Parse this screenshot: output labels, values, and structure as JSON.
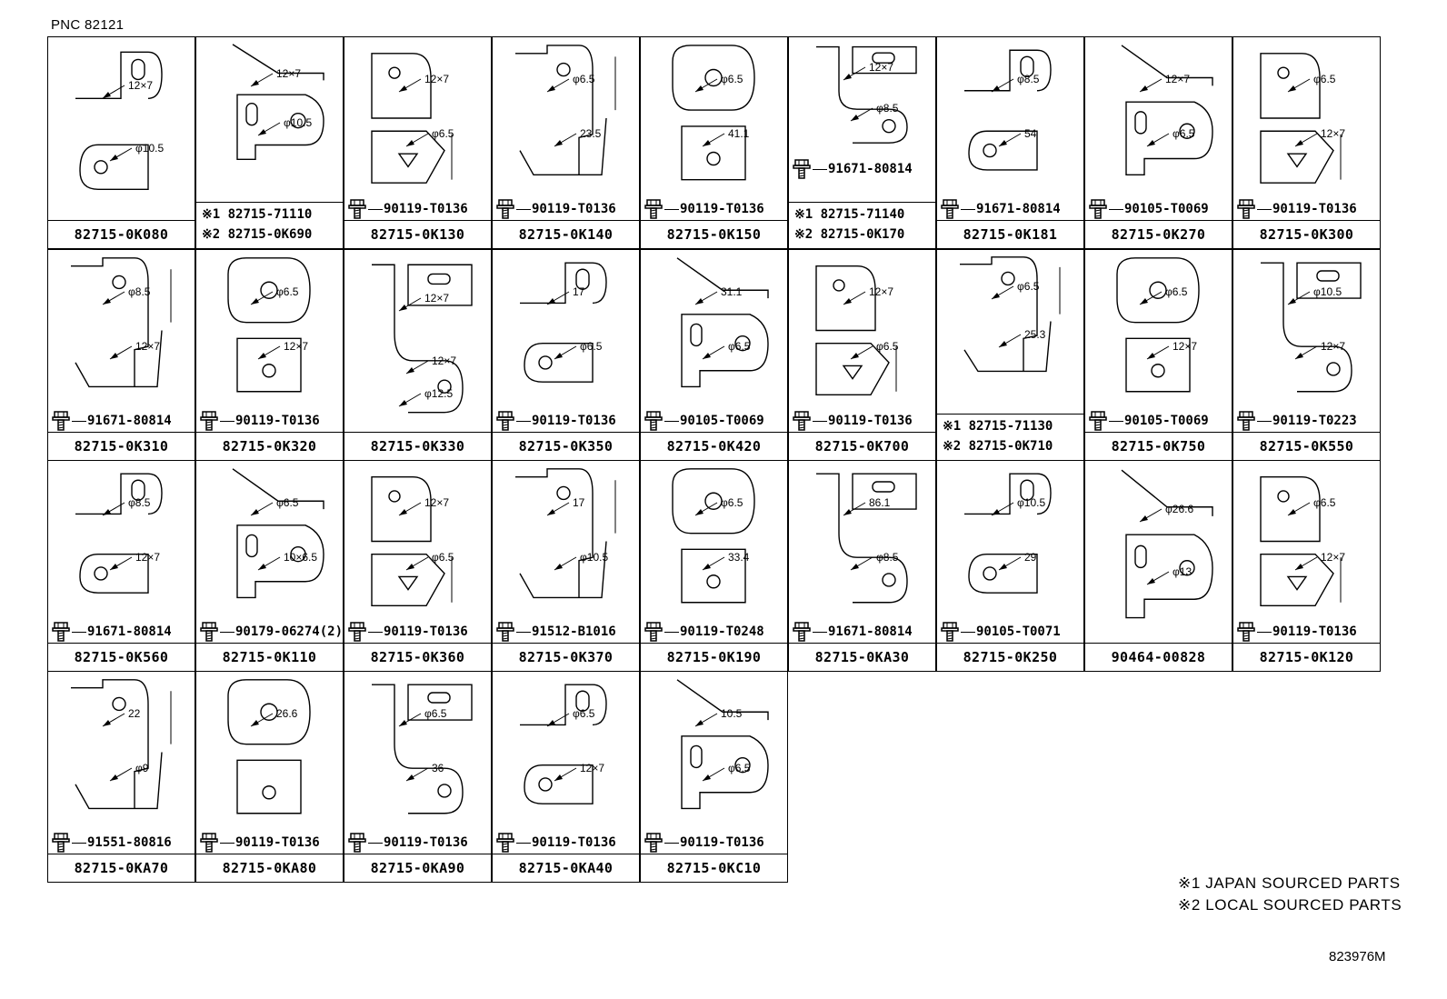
{
  "pnc": "PNC 82121",
  "drawing_id": "823976M",
  "legend": {
    "note1": "※1 JAPAN SOURCED PARTS",
    "note2": "※2 LOCAL SOURCED PARTS"
  },
  "cells": [
    {
      "part": "82715-0K080",
      "fastener": "",
      "notes": [],
      "dims": [
        "12×7",
        "φ10.5"
      ]
    },
    {
      "part": "",
      "fastener": "",
      "notes": [
        "※1 82715-71110",
        "※2 82715-0K690"
      ],
      "dims": [
        "12×7",
        "φ10.5"
      ]
    },
    {
      "part": "82715-0K130",
      "fastener": "90119-T0136",
      "notes": [],
      "dims": [
        "12×7",
        "φ6.5"
      ]
    },
    {
      "part": "82715-0K140",
      "fastener": "90119-T0136",
      "notes": [],
      "dims": [
        "φ6.5",
        "23.5"
      ]
    },
    {
      "part": "82715-0K150",
      "fastener": "90119-T0136",
      "notes": [],
      "dims": [
        "φ6.5",
        "41.1"
      ]
    },
    {
      "part": "",
      "fastener": "91671-80814",
      "notes": [
        "※1 82715-71140",
        "※2 82715-0K170"
      ],
      "dims": [
        "12×7",
        "φ8.5"
      ]
    },
    {
      "part": "82715-0K181",
      "fastener": "91671-80814",
      "notes": [],
      "dims": [
        "φ8.5",
        "54"
      ]
    },
    {
      "part": "82715-0K270",
      "fastener": "90105-T0069",
      "notes": [],
      "dims": [
        "12×7",
        "φ6.5"
      ]
    },
    {
      "part": "82715-0K300",
      "fastener": "90119-T0136",
      "notes": [],
      "dims": [
        "φ6.5",
        "12×7"
      ]
    },
    {
      "part": "82715-0K310",
      "fastener": "91671-80814",
      "notes": [],
      "dims": [
        "φ8.5",
        "12×7"
      ]
    },
    {
      "part": "82715-0K320",
      "fastener": "90119-T0136",
      "notes": [],
      "dims": [
        "φ6.5",
        "12×7"
      ]
    },
    {
      "part": "82715-0K330",
      "fastener": "",
      "notes": [],
      "dims": [
        "12×7",
        "12×7",
        "φ12.5"
      ]
    },
    {
      "part": "82715-0K350",
      "fastener": "90119-T0136",
      "notes": [],
      "dims": [
        "17",
        "φ6.5"
      ]
    },
    {
      "part": "82715-0K420",
      "fastener": "90105-T0069",
      "notes": [],
      "dims": [
        "31.1",
        "φ6.5"
      ]
    },
    {
      "part": "82715-0K700",
      "fastener": "90119-T0136",
      "notes": [],
      "dims": [
        "12×7",
        "φ6.5"
      ]
    },
    {
      "part": "",
      "fastener": "",
      "notes": [
        "※1 82715-71130",
        "※2 82715-0K710"
      ],
      "dims": [
        "φ6.5",
        "25.3"
      ]
    },
    {
      "part": "82715-0K750",
      "fastener": "90105-T0069",
      "notes": [],
      "dims": [
        "φ6.5",
        "12×7"
      ]
    },
    {
      "part": "82715-0K550",
      "fastener": "90119-T0223",
      "notes": [],
      "dims": [
        "φ10.5",
        "12×7"
      ]
    },
    {
      "part": "82715-0K560",
      "fastener": "91671-80814",
      "notes": [],
      "dims": [
        "φ8.5",
        "12×7"
      ]
    },
    {
      "part": "82715-0K110",
      "fastener": "90179-06274(2)",
      "notes": [],
      "dims": [
        "φ6.5",
        "10×6.5"
      ]
    },
    {
      "part": "82715-0K360",
      "fastener": "90119-T0136",
      "notes": [],
      "dims": [
        "12×7",
        "φ6.5"
      ]
    },
    {
      "part": "82715-0K370",
      "fastener": "91512-B1016",
      "notes": [],
      "dims": [
        "17",
        "φ10.5"
      ]
    },
    {
      "part": "82715-0K190",
      "fastener": "90119-T0248",
      "notes": [],
      "dims": [
        "φ6.5",
        "33.4"
      ]
    },
    {
      "part": "82715-0KA30",
      "fastener": "91671-80814",
      "notes": [],
      "dims": [
        "86.1",
        "φ8.5"
      ]
    },
    {
      "part": "82715-0K250",
      "fastener": "90105-T0071",
      "notes": [],
      "dims": [
        "φ10.5",
        "29"
      ]
    },
    {
      "part": "90464-00828",
      "fastener": "",
      "notes": [],
      "dims": [
        "φ26.6",
        "φ13"
      ]
    },
    {
      "part": "82715-0K120",
      "fastener": "90119-T0136",
      "notes": [],
      "dims": [
        "φ6.5",
        "12×7"
      ]
    },
    {
      "part": "82715-0KA70",
      "fastener": "91551-80816",
      "notes": [],
      "dims": [
        "22",
        "φ9"
      ]
    },
    {
      "part": "82715-0KA80",
      "fastener": "90119-T0136",
      "notes": [],
      "dims": [
        "26.6"
      ]
    },
    {
      "part": "82715-0KA90",
      "fastener": "90119-T0136",
      "notes": [],
      "dims": [
        "φ6.5",
        "36"
      ]
    },
    {
      "part": "82715-0KA40",
      "fastener": "90119-T0136",
      "notes": [],
      "dims": [
        "φ6.5",
        "12×7"
      ]
    },
    {
      "part": "82715-0KC10",
      "fastener": "90119-T0136",
      "notes": [],
      "dims": [
        "10.5",
        "φ6.5"
      ]
    }
  ]
}
